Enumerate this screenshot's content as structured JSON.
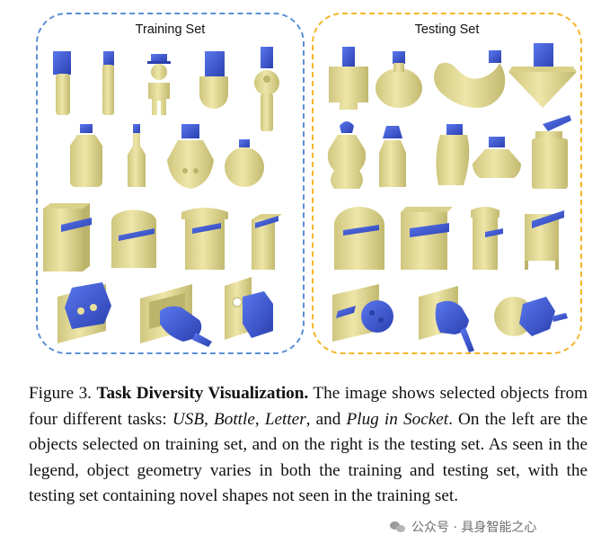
{
  "figure": {
    "panels": {
      "training": {
        "title": "Training Set",
        "border_color": "#5b8fd6"
      },
      "testing": {
        "title": "Testing Set",
        "border_color": "#f3b62a"
      }
    },
    "object_colors": {
      "body": "#e8df9c",
      "body_shade": "#bcb46a",
      "part": "#3f5fd8",
      "part_shade": "#2a3fa8"
    },
    "rows": [
      "usb",
      "bottle",
      "letter",
      "plug-in-socket"
    ]
  },
  "caption": {
    "label": "Figure 3.",
    "bold_title": "Task Diversity Visualization.",
    "text_1": "The image shows selected objects from four different tasks:",
    "task_1": "USB",
    "sep_1": ",",
    "task_2": "Bottle",
    "sep_2": ",",
    "task_3": "Letter",
    "sep_3": ", and",
    "task_4": "Plug in Socket",
    "text_2": ". On the left are the objects selected on training set, and on the right is the testing set. As seen in the legend, object geometry varies in both the training and testing set, with the testing set containing novel shapes not seen in the training set."
  },
  "watermark": {
    "text": "公众号 · 具身智能之心"
  }
}
